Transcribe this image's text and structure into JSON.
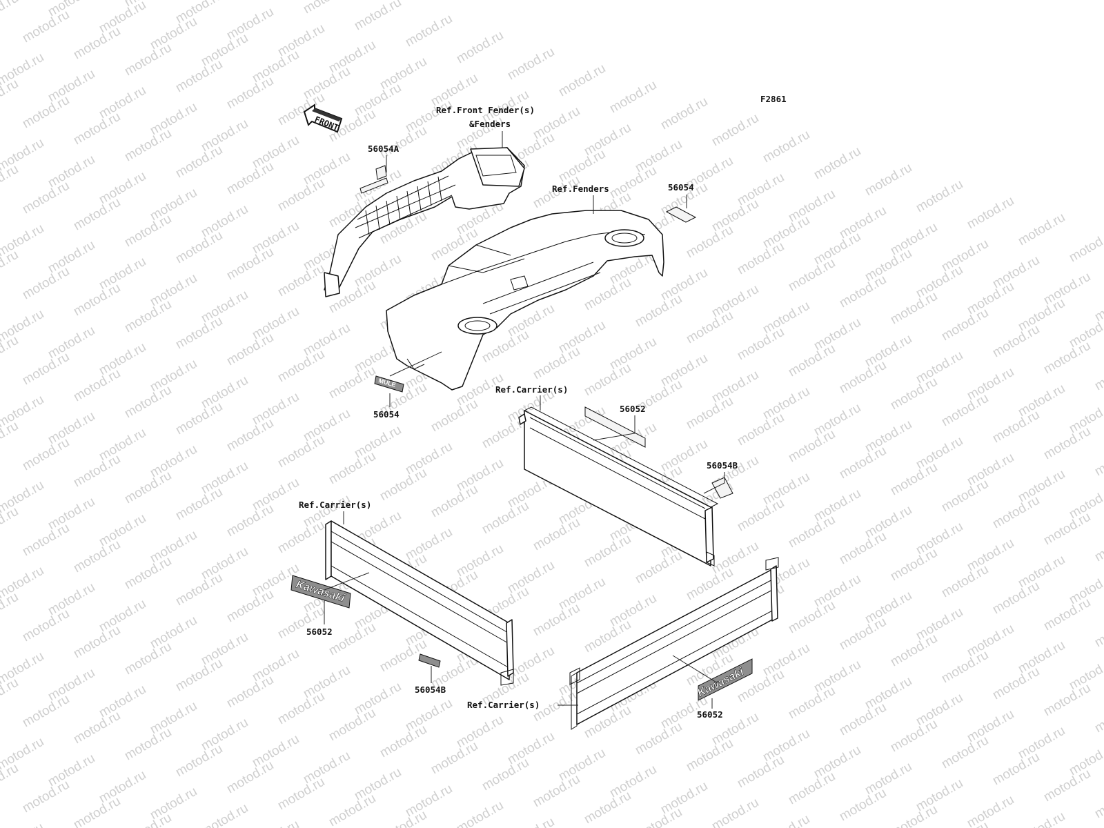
{
  "figure": {
    "code": "F2861"
  },
  "watermark": {
    "text": "motod.ru"
  },
  "front_arrow": {
    "text": "FRONT"
  },
  "logos": {
    "kawasaki": "Kawasaki",
    "mule": "MULE"
  },
  "callouts": [
    {
      "id": "ref-front-fenders",
      "lines": [
        "Ref.Front Fender(s)",
        "&Fenders"
      ]
    },
    {
      "id": "ref-fenders",
      "lines": [
        "Ref.Fenders"
      ]
    },
    {
      "id": "56054A",
      "lines": [
        "56054A"
      ]
    },
    {
      "id": "56054-upper",
      "lines": [
        "56054"
      ]
    },
    {
      "id": "56054-lower",
      "lines": [
        "56054"
      ]
    },
    {
      "id": "ref-carrier-upper",
      "lines": [
        "Ref.Carrier(s)"
      ]
    },
    {
      "id": "56052-upper",
      "lines": [
        "56052"
      ]
    },
    {
      "id": "56054B-upper",
      "lines": [
        "56054B"
      ]
    },
    {
      "id": "ref-carrier-left",
      "lines": [
        "Ref.Carrier(s)"
      ]
    },
    {
      "id": "56052-left",
      "lines": [
        "56052"
      ]
    },
    {
      "id": "56054B-lower",
      "lines": [
        "56054B"
      ]
    },
    {
      "id": "ref-carrier-lower",
      "lines": [
        "Ref.Carrier(s)"
      ]
    },
    {
      "id": "56052-lower",
      "lines": [
        "56052"
      ]
    }
  ],
  "colors": {
    "ink": "#111111",
    "watermark": "#cfcfcf",
    "background": "#ffffff"
  }
}
